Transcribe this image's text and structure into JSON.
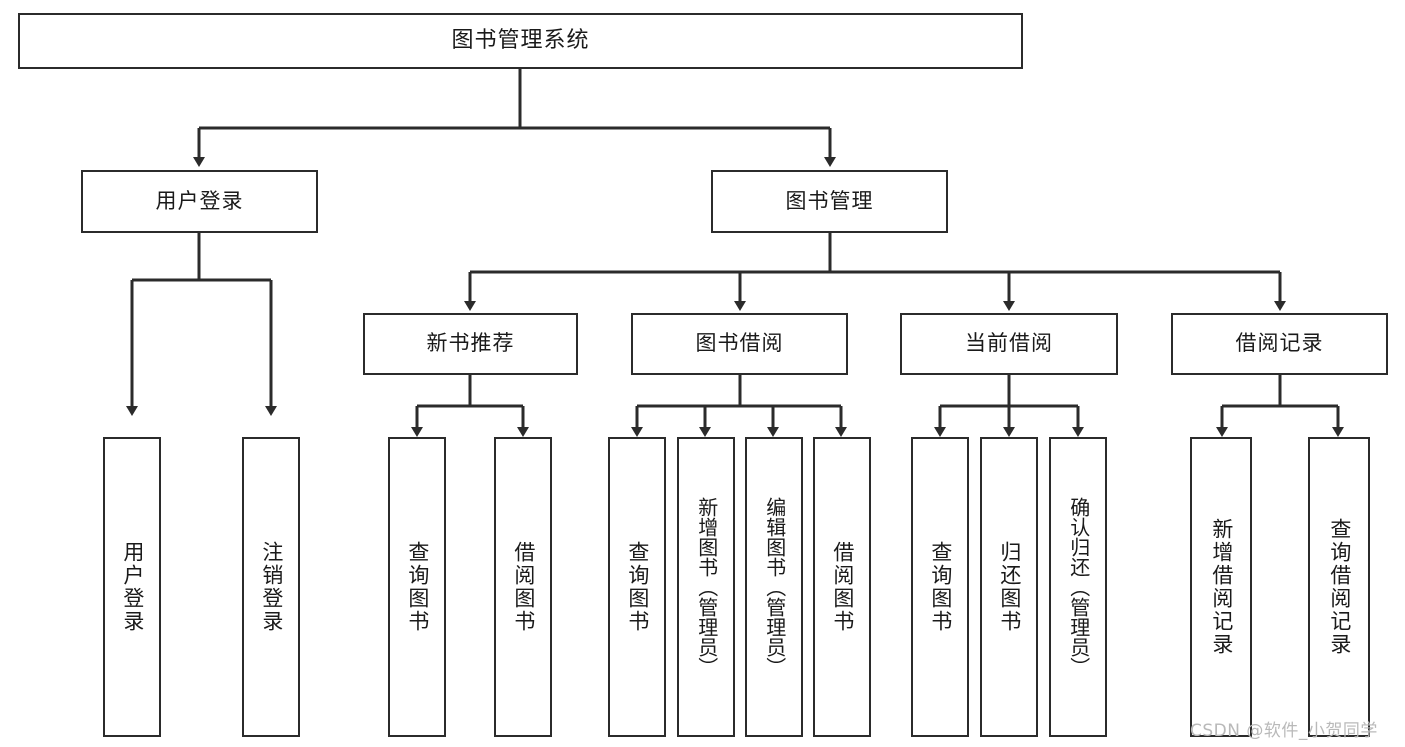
{
  "diagram": {
    "kind": "tree-hierarchy",
    "title": "图书管理系统",
    "watermark": "CSDN @软件_小贺同学",
    "colors": {
      "box_border": "#2b2b2b",
      "box_fill": "#ffffff",
      "connector": "#2b2b2b",
      "text": "#1a1a1a",
      "watermark": "#b9b9b9",
      "background": "#ffffff"
    },
    "root": {
      "label": "图书管理系统"
    },
    "level2": [
      {
        "id": "user-login",
        "label": "用户登录"
      },
      {
        "id": "book-manage",
        "label": "图书管理"
      }
    ],
    "level3": [
      {
        "id": "new-book-rec",
        "label": "新书推荐",
        "parent": "book-manage"
      },
      {
        "id": "book-borrow",
        "label": "图书借阅",
        "parent": "book-manage"
      },
      {
        "id": "current-borrow",
        "label": "当前借阅",
        "parent": "book-manage"
      },
      {
        "id": "borrow-record",
        "label": "借阅记录",
        "parent": "book-manage"
      }
    ],
    "leaves": {
      "user_login": [
        {
          "id": "leaf-user-login",
          "label": "用户登录"
        },
        {
          "id": "leaf-logout",
          "label": "注销登录"
        }
      ],
      "new_book_rec": [
        {
          "id": "leaf-query-book-1",
          "label": "查询图书"
        },
        {
          "id": "leaf-borrow-book-1",
          "label": "借阅图书"
        }
      ],
      "book_borrow": [
        {
          "id": "leaf-query-book-2",
          "label": "查询图书"
        },
        {
          "id": "leaf-add-book",
          "label": "新增图书（管理员）"
        },
        {
          "id": "leaf-edit-book",
          "label": "编辑图书（管理员）"
        },
        {
          "id": "leaf-borrow-book-2",
          "label": "借阅图书"
        }
      ],
      "current_borrow": [
        {
          "id": "leaf-query-book-3",
          "label": "查询图书"
        },
        {
          "id": "leaf-return-book",
          "label": "归还图书"
        },
        {
          "id": "leaf-confirm-return",
          "label": "确认归还（管理员）"
        }
      ],
      "borrow_record": [
        {
          "id": "leaf-add-record",
          "label": "新增借阅记录"
        },
        {
          "id": "leaf-query-record",
          "label": "查询借阅记录"
        }
      ]
    }
  }
}
